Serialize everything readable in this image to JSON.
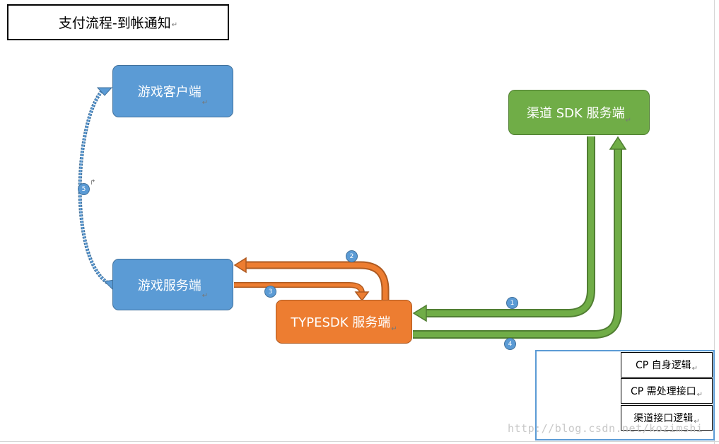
{
  "title": "支付流程-到帐通知",
  "nodes": {
    "game_client": "游戏客户端",
    "channel_sdk_server": "渠道 SDK 服务端",
    "game_server": "游戏服务端",
    "typesdk_server": "TYPESDK 服务端"
  },
  "steps": [
    "1",
    "2",
    "3",
    "4",
    "5"
  ],
  "legend": {
    "blue": "CP 自身逻辑",
    "orange": "CP 需处理接口",
    "green": "渠道接口逻辑"
  },
  "watermark": "http://blog.csdn.net/kozimshi",
  "colors": {
    "blue": "#5b9bd5",
    "orange": "#ed7d31",
    "green": "#70ad47"
  }
}
